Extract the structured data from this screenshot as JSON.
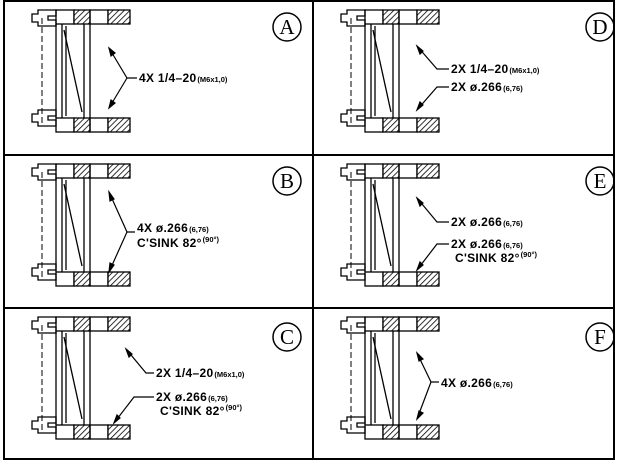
{
  "panels": [
    {
      "letter": "A",
      "lines": [
        {
          "main": "4X 1/4–20",
          "sub": "(M6x1,0)"
        }
      ]
    },
    {
      "letter": "D",
      "lines": [
        {
          "main": "2X 1/4–20",
          "sub": "(M6x1,0)"
        },
        {
          "main": "2X ø.266",
          "sub": "(6,76)"
        }
      ]
    },
    {
      "letter": "B",
      "lines": [
        {
          "main": "4X ø.266",
          "sub": "(6,76)"
        },
        {
          "main": "C'SINK 82°",
          "sub": "(90°)"
        }
      ]
    },
    {
      "letter": "E",
      "lines": [
        {
          "main": "2X ø.266",
          "sub": "(6,76)"
        },
        {
          "main": "2X ø.266",
          "sub": "(6,76)"
        },
        {
          "main": "C'SINK 82°",
          "sub": "(90°)"
        }
      ]
    },
    {
      "letter": "C",
      "lines": [
        {
          "main": "2X 1/4–20",
          "sub": "(M6x1,0)"
        },
        {
          "main": "2X ø.266",
          "sub": "(6,76)"
        },
        {
          "main": "C'SINK 82°",
          "sub": "(90°)"
        }
      ]
    },
    {
      "letter": "F",
      "lines": [
        {
          "main": "4X ø.266",
          "sub": "(6,76)"
        }
      ]
    }
  ]
}
